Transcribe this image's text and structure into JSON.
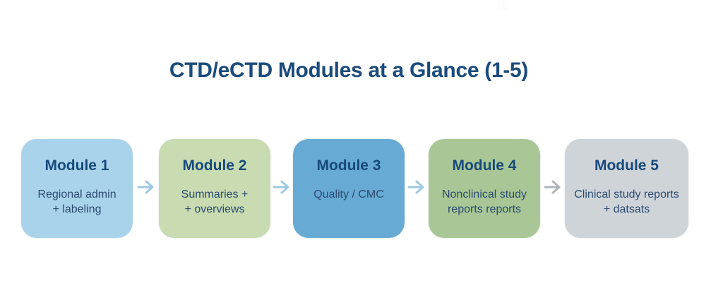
{
  "title": {
    "text": "CTD/eCTD Modules at a Glance (1-5)",
    "color": "#1A4B7C"
  },
  "colors": {
    "background": "#FFFFFF",
    "heading_text": "#17497B",
    "body_text": "#2C4B70",
    "arrow_blue": "#9DC9E2",
    "arrow_gray": "#AFB5BB"
  },
  "artifacts": {
    "top_square_color": "#FCFCFC"
  },
  "modules": [
    {
      "heading": "Module 1",
      "lines": [
        "Regional admin",
        "+ labeling"
      ],
      "bg": "#A9D3EA"
    },
    {
      "heading": "Module 2",
      "lines": [
        "Summaries +",
        "+ overviews"
      ],
      "bg": "#C8DBB1"
    },
    {
      "heading": "Module 3",
      "lines": [
        "Quality / CMC"
      ],
      "bg": "#67ABD4"
    },
    {
      "heading": "Module 4",
      "lines": [
        "Nonclinical study",
        "reports reports"
      ],
      "bg": "#A9C796"
    },
    {
      "heading": "Module 5",
      "lines": [
        "Clinical study reports",
        "+ datsats"
      ],
      "bg": "#CFD4D9"
    }
  ],
  "arrows": [
    {
      "color": "#9DC9E2"
    },
    {
      "color": "#9DC9E2"
    },
    {
      "color": "#9DC9E2"
    },
    {
      "color": "#AFB5BB"
    }
  ]
}
